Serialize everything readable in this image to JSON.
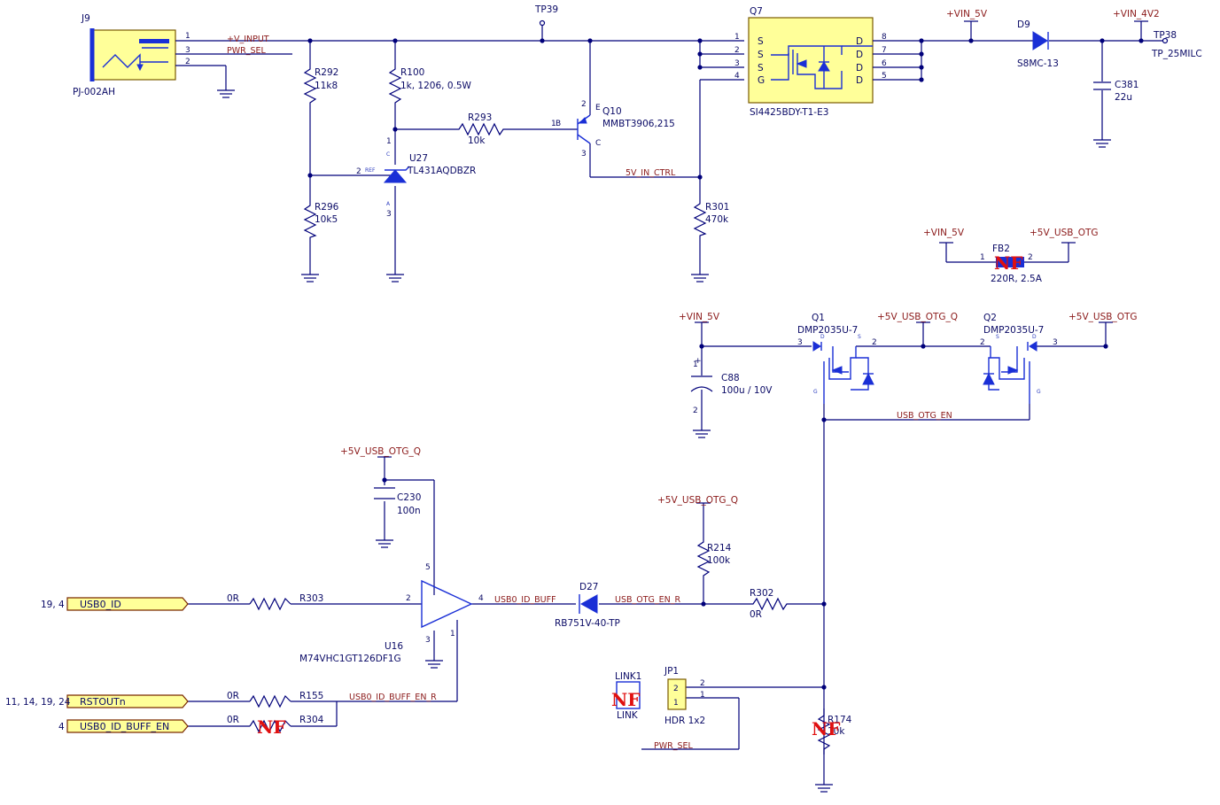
{
  "components": {
    "j9": {
      "ref": "J9",
      "value": "PJ-002AH",
      "pins": [
        "1",
        "3",
        "2"
      ]
    },
    "r292": {
      "ref": "R292",
      "value": "11k8"
    },
    "r100": {
      "ref": "R100",
      "value": "1k, 1206, 0.5W"
    },
    "r296": {
      "ref": "R296",
      "value": "10k5"
    },
    "u27": {
      "ref": "U27",
      "value": "TL431AQDBZR",
      "pin_labels": [
        "2",
        "REF",
        "1",
        "C",
        "3",
        "A"
      ]
    },
    "r293": {
      "ref": "R293",
      "value": "10k"
    },
    "q10": {
      "ref": "Q10",
      "value": "MMBT3906,215",
      "pin_labels": [
        "1",
        "B",
        "2",
        "E",
        "3",
        "C"
      ]
    },
    "tp39": {
      "ref": "TP39"
    },
    "r301": {
      "ref": "R301",
      "value": "470k"
    },
    "q7": {
      "ref": "Q7",
      "value": "SI4425BDY-T1-E3",
      "left_pins": [
        "1",
        "2",
        "3",
        "4"
      ],
      "left_letters": [
        "S",
        "S",
        "S",
        "G"
      ],
      "right_pins": [
        "8",
        "7",
        "6",
        "5"
      ],
      "right_letters": [
        "D",
        "D",
        "D",
        "D"
      ]
    },
    "d9": {
      "ref": "D9",
      "value": "S8MC-13"
    },
    "c381": {
      "ref": "C381",
      "value": "22u"
    },
    "tp38": {
      "ref": "TP38",
      "value": "TP_25MILC"
    },
    "fb2": {
      "ref": "FB2",
      "value": "220R, 2.5A",
      "pins": [
        "1",
        "2"
      ],
      "mark": "NF"
    },
    "q1": {
      "ref": "Q1",
      "value": "DMP2035U-7",
      "pins": [
        "3",
        "2"
      ],
      "letters": [
        "D",
        "S",
        "G"
      ]
    },
    "q2": {
      "ref": "Q2",
      "value": "DMP2035U-7",
      "pins": [
        "2",
        "3"
      ],
      "letters": [
        "S",
        "D",
        "G"
      ]
    },
    "c88": {
      "ref": "C88",
      "value": "100u / 10V",
      "pins": [
        "1",
        "2"
      ],
      "plus": "+"
    },
    "c230": {
      "ref": "C230",
      "value": "100n"
    },
    "u16": {
      "ref": "U16",
      "value": "M74VHC1GT126DF1G",
      "pins": [
        "2",
        "4",
        "5",
        "3",
        "1"
      ]
    },
    "d27": {
      "ref": "D27",
      "value": "RB751V-40-TP"
    },
    "r214": {
      "ref": "R214",
      "value": "100k"
    },
    "r302": {
      "ref": "R302",
      "value": "0R"
    },
    "r303": {
      "ref": "R303",
      "value": "0R"
    },
    "r155": {
      "ref": "R155",
      "value": "0R"
    },
    "r304": {
      "ref": "R304",
      "value": "0R",
      "mark": "NF"
    },
    "link1": {
      "ref": "LINK1",
      "value": "LINK",
      "mark": "NF"
    },
    "jp1": {
      "ref": "JP1",
      "value": "HDR 1x2",
      "pins": [
        "2",
        "1"
      ]
    },
    "r174": {
      "ref": "R174",
      "value": "10k",
      "mark": "NF"
    }
  },
  "power_labels": {
    "vin_5v_top": "+VIN_5V",
    "vin_4v2": "+VIN_4V2",
    "vin_5v_fb": "+VIN_5V",
    "usb_otg_fb": "+5V_USB_OTG",
    "vin_5v_mid": "+VIN_5V",
    "usb_otg_q_mid": "+5V_USB_OTG_Q",
    "usb_otg_right": "+5V_USB_OTG",
    "usb_otg_q_c230": "+5V_USB_OTG_Q",
    "usb_otg_q_r214": "+5V_USB_OTG_Q"
  },
  "nets": {
    "v_input": "+V_INPUT",
    "pwr_sel": "PWR_SEL",
    "in_ctrl": "5V_IN_CTRL",
    "usb_otg_en": "USB_OTG_EN",
    "id_buff": "USB0_ID_BUFF",
    "otg_en_r": "USB_OTG_EN_R",
    "id_buff_en_r": "USB0_ID_BUFF_EN_R",
    "pwr_sel_bottom": "PWR_SEL"
  },
  "ports": [
    {
      "name": "USB0_ID",
      "refs": "19, 4"
    },
    {
      "name": "RSTOUTn",
      "refs": "11, 14, 19, 24"
    },
    {
      "name": "USB0_ID_BUFF_EN",
      "refs": "4"
    }
  ]
}
